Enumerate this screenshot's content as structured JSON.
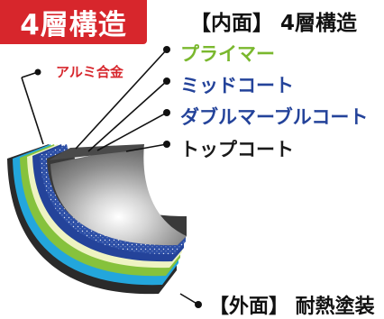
{
  "badge": {
    "text": "4層構造",
    "color": "#d7262c"
  },
  "title": "【内面】 4層構造",
  "layers": {
    "aluminum": {
      "label": "アルミ合金",
      "color": "#d7262c"
    },
    "primer": {
      "label": "プライマー",
      "color": "#7ab82e"
    },
    "mid_coat": {
      "label": "ミッドコート",
      "color": "#24439a"
    },
    "double_marble_coat": {
      "label": "ダブルマーブルコート",
      "color": "#24439a"
    },
    "top_coat": {
      "label": "トップコート",
      "color": "#1a1a1a"
    },
    "outer": {
      "label": "【外面】 耐熱塗装",
      "color": "#111111"
    }
  }
}
